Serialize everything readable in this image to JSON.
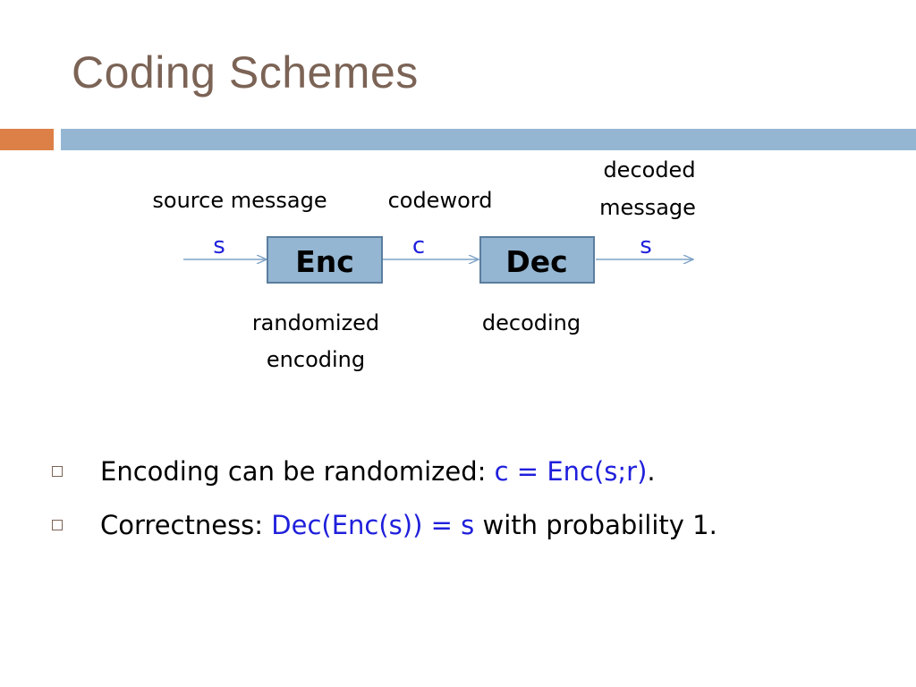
{
  "slide": {
    "title": "Coding Schemes",
    "colors": {
      "title": "#7b6355",
      "accent_orange": "#dd8047",
      "accent_blue": "#94b6d2",
      "math_blue": "#1f1fdc",
      "box_fill": "#94b6d2",
      "box_stroke": "#5a7d9e"
    }
  },
  "diagram": {
    "label_source_message": "source message",
    "label_codeword": "codeword",
    "label_decoded_1": "decoded",
    "label_decoded_2": "message",
    "var_s_in": "s",
    "var_c": "c",
    "var_s_out": "s",
    "enc_box": "Enc",
    "dec_box": "Dec",
    "label_randomized": "randomized",
    "label_encoding": "encoding",
    "label_decoding": "decoding"
  },
  "bullets": [
    {
      "pre": "Encoding can be randomized: ",
      "math": "c = Enc(s;r)",
      "post": "."
    },
    {
      "pre": "Correctness: ",
      "math": "Dec(Enc(s)) = s",
      "post": " with probability 1."
    }
  ]
}
